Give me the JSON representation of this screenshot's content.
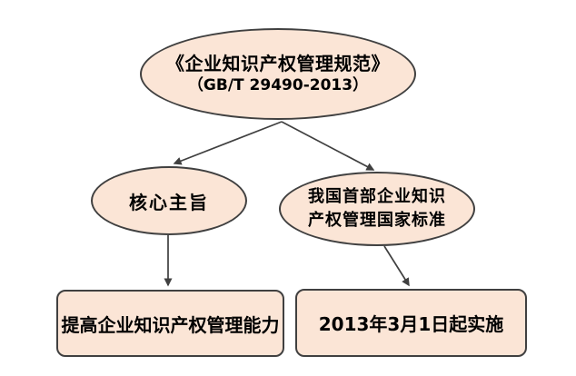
{
  "diagram": {
    "root": {
      "line1": "《企业知识产权管理规范》",
      "line2": "（GB/T 29490-2013）"
    },
    "core": {
      "label": "核心主旨"
    },
    "standard": {
      "line1": "我国首部企业知识",
      "line2": "产权管理国家标准"
    },
    "capability": {
      "label": "提高企业知识产权管理能力"
    },
    "implementation": {
      "label": "2013年3月1日起实施"
    },
    "colors": {
      "shape_fill": "#fbe5d6",
      "shape_border": "#404040",
      "arrow": "#404040",
      "text": "#000000",
      "background": "#ffffff"
    }
  }
}
